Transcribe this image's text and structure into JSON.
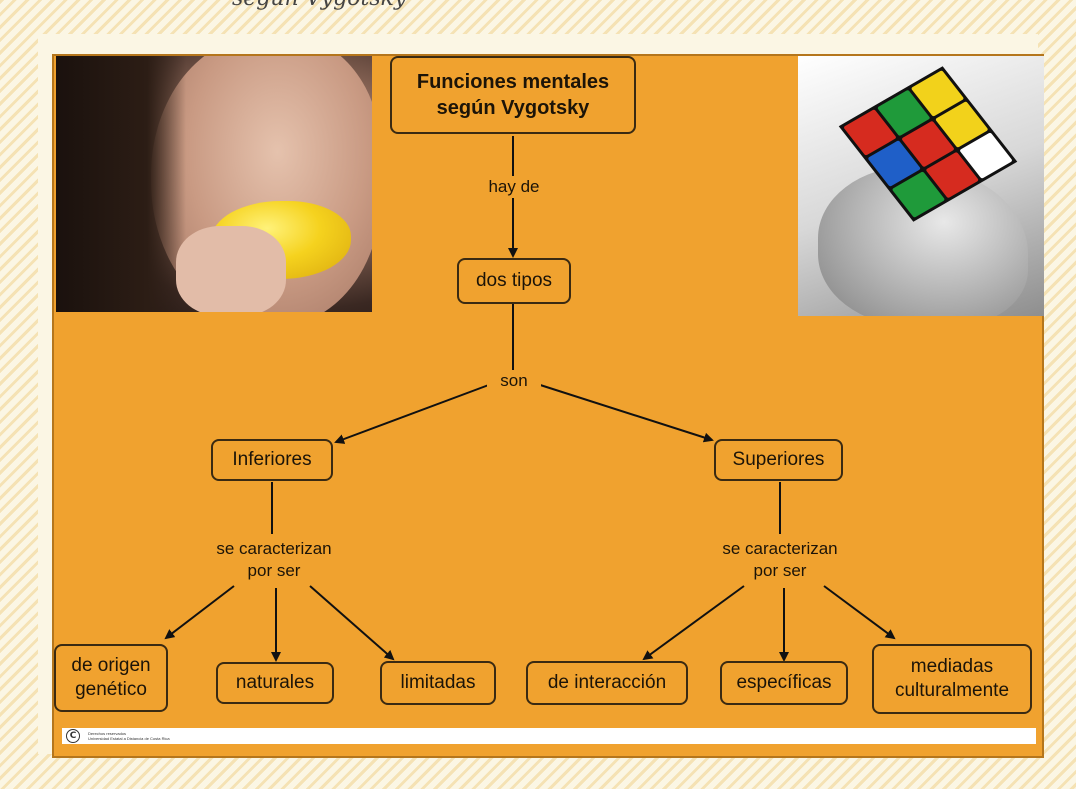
{
  "header": {
    "caption": "según Vygotsky"
  },
  "diagram": {
    "title": "Funciones mentales\nsegún Vygotsky",
    "links": {
      "hay_de": "hay de",
      "son": "son",
      "caracterizan_left": "se caracterizan\npor ser",
      "caracterizan_right": "se caracterizan\npor ser"
    },
    "nodes": {
      "dos_tipos": "dos tipos",
      "inferiores": "Inferiores",
      "superiores": "Superiores",
      "origen_genetico": "de origen\ngenético",
      "naturales": "naturales",
      "limitadas": "limitadas",
      "interaccion": "de interacción",
      "especificas": "específicas",
      "mediadas": "mediadas\nculturalmente"
    }
  },
  "images": {
    "left": "woman-biting-lemon",
    "right": "hand-holding-rubiks-cube"
  },
  "cube_colors": [
    "#d62b1f",
    "#1f9a3a",
    "#f2d21b",
    "#1f5fc8",
    "#d62b1f",
    "#f2d21b",
    "#1f9a3a",
    "#d62b1f",
    "#ffffff"
  ],
  "colors": {
    "slide_bg": "#f0a22f",
    "node_border": "#3a2a12"
  },
  "footer": {
    "icon": "copyright-icon",
    "text": "Derechos reservados\nUniversidad Estatal a Distancia de Costa Rica"
  }
}
